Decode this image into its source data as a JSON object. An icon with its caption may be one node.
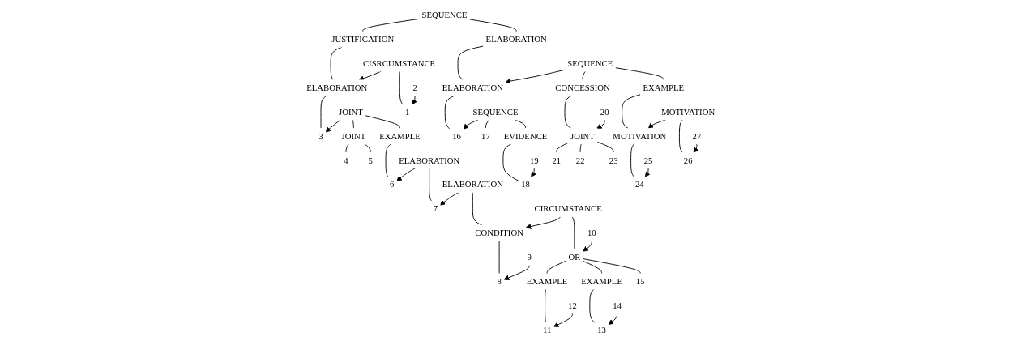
{
  "diagram": {
    "nodes": [
      {
        "text": [
          "SEQUENCE"
        ]
      },
      {
        "text": [
          "JUSTIFICATION"
        ]
      },
      {
        "text": [
          "CISRCUMSTANCE"
        ]
      },
      {
        "text": [
          "1"
        ]
      },
      {
        "text": [
          "2"
        ]
      },
      {
        "text": [
          "ELABORATION"
        ]
      },
      {
        "text": [
          "3"
        ]
      },
      {
        "text": [
          "JOINT"
        ]
      },
      {
        "text": [
          "JOINT"
        ]
      },
      {
        "text": [
          "4"
        ]
      },
      {
        "text": [
          "5"
        ]
      },
      {
        "text": [
          "EXAMPLE"
        ]
      },
      {
        "text": [
          "6"
        ]
      },
      {
        "text": [
          "ELABORATION"
        ]
      },
      {
        "text": [
          "7"
        ]
      },
      {
        "text": [
          "ELABORATION"
        ]
      },
      {
        "text": [
          "CONDITION"
        ]
      },
      {
        "text": [
          "8"
        ]
      },
      {
        "text": [
          "9"
        ]
      },
      {
        "text": [
          "CIRCUMSTANCE"
        ]
      },
      {
        "text": [
          "10"
        ]
      },
      {
        "text": [
          "OR"
        ]
      },
      {
        "text": [
          "EXAMPLE"
        ]
      },
      {
        "text": [
          "11"
        ]
      },
      {
        "text": [
          "12"
        ]
      },
      {
        "text": [
          "EXAMPLE"
        ]
      },
      {
        "text": [
          "13"
        ]
      },
      {
        "text": [
          "14"
        ]
      },
      {
        "text": [
          "15"
        ]
      },
      {
        "text": [
          "ELABORATION"
        ]
      },
      {
        "text": [
          "ELABORATION"
        ]
      },
      {
        "text": [
          "16"
        ]
      },
      {
        "text": [
          "SEQUENCE"
        ]
      },
      {
        "text": [
          "17"
        ]
      },
      {
        "text": [
          "EVIDENCE"
        ]
      },
      {
        "text": [
          "18"
        ]
      },
      {
        "text": [
          "19"
        ]
      },
      {
        "text": [
          "SEQUENCE"
        ]
      },
      {
        "text": [
          "CONCESSION"
        ]
      },
      {
        "text": [
          "20"
        ]
      },
      {
        "text": [
          "JOINT"
        ]
      },
      {
        "text": [
          "21"
        ]
      },
      {
        "text": [
          "22"
        ]
      },
      {
        "text": [
          "23"
        ]
      },
      {
        "text": [
          "EXAMPLE"
        ]
      },
      {
        "text": [
          "MOTIVATION"
        ]
      },
      {
        "text": [
          "24"
        ]
      },
      {
        "text": [
          "25"
        ]
      },
      {
        "text": [
          "MOTIVATION"
        ]
      },
      {
        "text": [
          "26"
        ]
      },
      {
        "text": [
          "27"
        ]
      }
    ],
    "edges": [
      {
        "from": 0,
        "to": 1,
        "arrow": "none"
      },
      {
        "from": 0,
        "to": 29,
        "arrow": "none"
      },
      {
        "from": 1,
        "to": 5,
        "arrow": "none"
      },
      {
        "from": 2,
        "to": 5,
        "arrow": "to"
      },
      {
        "from": 2,
        "to": 3,
        "arrow": "none"
      },
      {
        "from": 4,
        "to": 3,
        "arrow": "to"
      },
      {
        "from": 5,
        "to": 6,
        "arrow": "none"
      },
      {
        "from": 7,
        "to": 6,
        "arrow": "to"
      },
      {
        "from": 7,
        "to": 8,
        "arrow": "none"
      },
      {
        "from": 7,
        "to": 11,
        "arrow": "none"
      },
      {
        "from": 8,
        "to": 9,
        "arrow": "none"
      },
      {
        "from": 8,
        "to": 10,
        "arrow": "none"
      },
      {
        "from": 11,
        "to": 12,
        "arrow": "none"
      },
      {
        "from": 13,
        "to": 12,
        "arrow": "to"
      },
      {
        "from": 13,
        "to": 14,
        "arrow": "none"
      },
      {
        "from": 15,
        "to": 14,
        "arrow": "to"
      },
      {
        "from": 15,
        "to": 16,
        "arrow": "none"
      },
      {
        "from": 19,
        "to": 16,
        "arrow": "to"
      },
      {
        "from": 16,
        "to": 17,
        "arrow": "none"
      },
      {
        "from": 18,
        "to": 17,
        "arrow": "to"
      },
      {
        "from": 19,
        "to": 21,
        "arrow": "none"
      },
      {
        "from": 20,
        "to": 21,
        "arrow": "to"
      },
      {
        "from": 21,
        "to": 22,
        "arrow": "none"
      },
      {
        "from": 21,
        "to": 25,
        "arrow": "none"
      },
      {
        "from": 21,
        "to": 28,
        "arrow": "none"
      },
      {
        "from": 22,
        "to": 23,
        "arrow": "none"
      },
      {
        "from": 24,
        "to": 23,
        "arrow": "to"
      },
      {
        "from": 25,
        "to": 26,
        "arrow": "none"
      },
      {
        "from": 27,
        "to": 26,
        "arrow": "to"
      },
      {
        "from": 29,
        "to": 30,
        "arrow": "none"
      },
      {
        "from": 37,
        "to": 30,
        "arrow": "to"
      },
      {
        "from": 30,
        "to": 31,
        "arrow": "none"
      },
      {
        "from": 32,
        "to": 31,
        "arrow": "to"
      },
      {
        "from": 32,
        "to": 33,
        "arrow": "none"
      },
      {
        "from": 32,
        "to": 34,
        "arrow": "none"
      },
      {
        "from": 34,
        "to": 35,
        "arrow": "none"
      },
      {
        "from": 36,
        "to": 35,
        "arrow": "to"
      },
      {
        "from": 37,
        "to": 38,
        "arrow": "none"
      },
      {
        "from": 37,
        "to": 44,
        "arrow": "none"
      },
      {
        "from": 38,
        "to": 40,
        "arrow": "none"
      },
      {
        "from": 39,
        "to": 40,
        "arrow": "to"
      },
      {
        "from": 40,
        "to": 41,
        "arrow": "none"
      },
      {
        "from": 40,
        "to": 42,
        "arrow": "none"
      },
      {
        "from": 40,
        "to": 43,
        "arrow": "none"
      },
      {
        "from": 44,
        "to": 45,
        "arrow": "none"
      },
      {
        "from": 48,
        "to": 45,
        "arrow": "to"
      },
      {
        "from": 45,
        "to": 46,
        "arrow": "none"
      },
      {
        "from": 47,
        "to": 46,
        "arrow": "to"
      },
      {
        "from": 48,
        "to": 49,
        "arrow": "none"
      },
      {
        "from": 50,
        "to": 49,
        "arrow": "to"
      }
    ]
  }
}
